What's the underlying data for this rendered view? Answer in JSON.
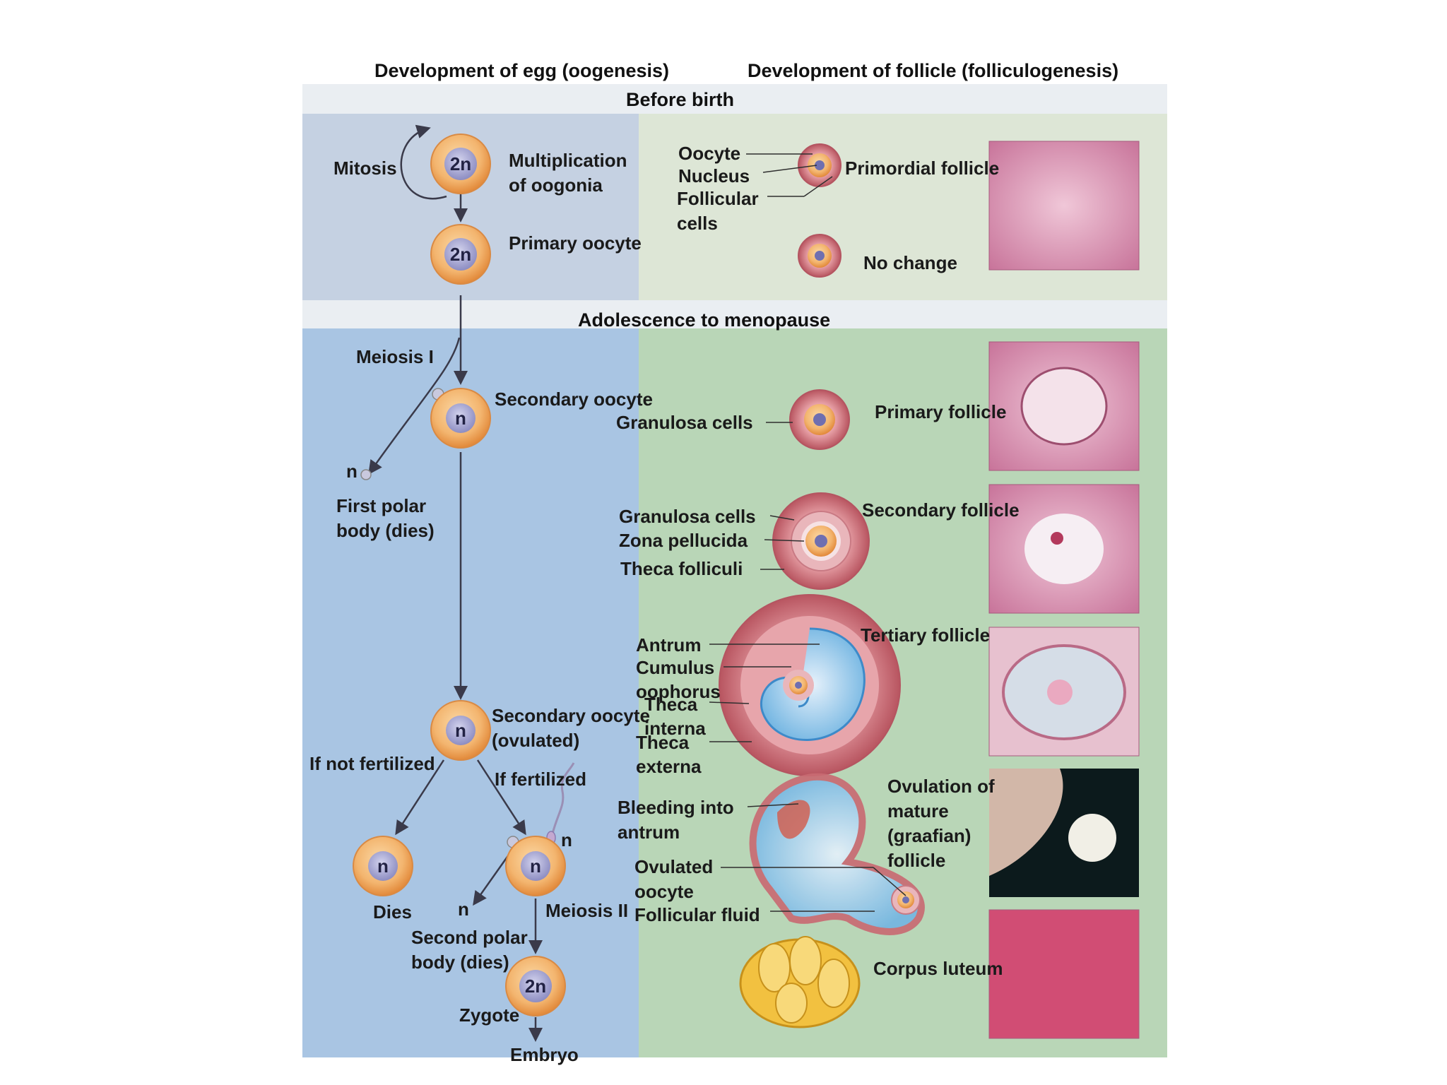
{
  "headers": {
    "egg": "Development of egg (oogenesis)",
    "follicle": "Development of follicle (folliculogenesis)",
    "before_birth": "Before birth",
    "adolescence": "Adolescence to menopause"
  },
  "colors": {
    "band": "#eaeef2",
    "left_top": "#c5d1e2",
    "right_top": "#dde6d6",
    "left_bottom": "#a9c5e3",
    "right_bottom": "#b9d6b7",
    "cell_outer": "#ec9f4f",
    "cell_inner": "#f7c585",
    "nucleus": "#a9a9d4",
    "follicle": "#cc6b73",
    "histology": "#d98aaa"
  },
  "oogenesis": {
    "mitosis": "Mitosis",
    "multiplication_line1": "Multiplication",
    "multiplication_line2": "of oogonia",
    "primary_oocyte": "Primary oocyte",
    "meiosis_i": "Meiosis I",
    "secondary_oocyte": "Secondary oocyte",
    "first_polar_line1": "First polar",
    "first_polar_line2": "body (dies)",
    "ovulated_line1": "Secondary oocyte",
    "ovulated_line2": "(ovulated)",
    "not_fertilized": "If not fertilized",
    "fertilized": "If fertilized",
    "dies": "Dies",
    "meiosis_ii": "Meiosis II",
    "second_polar_line1": "Second polar",
    "second_polar_line2": "body (dies)",
    "zygote": "Zygote",
    "embryo": "Embryo",
    "ploidy_2n": "2n",
    "ploidy_n": "n"
  },
  "folliculogenesis": {
    "oocyte": "Oocyte",
    "nucleus": "Nucleus",
    "follicular_line1": "Follicular",
    "follicular_line2": "cells",
    "primordial": "Primordial follicle",
    "no_change": "No change",
    "granulosa_cells": "Granulosa cells",
    "primary_follicle": "Primary follicle",
    "secondary_follicle": "Secondary follicle",
    "zona_pellucida": "Zona pellucida",
    "theca_folliculi": "Theca folliculi",
    "tertiary_follicle": "Tertiary follicle",
    "antrum": "Antrum",
    "cumulus_line1": "Cumulus",
    "cumulus_line2": "oophorus",
    "theca_interna_line1": "Theca",
    "theca_interna_line2": "interna",
    "theca_externa_line1": "Theca",
    "theca_externa_line2": "externa",
    "bleeding_line1": "Bleeding into",
    "bleeding_line2": "antrum",
    "ovulated_oocyte_line1": "Ovulated",
    "ovulated_oocyte_line2": "oocyte",
    "follicular_fluid": "Follicular fluid",
    "ovulation_line1": "Ovulation of",
    "ovulation_line2": "mature",
    "ovulation_line3": "(graafian)",
    "ovulation_line4": "follicle",
    "corpus_luteum": "Corpus luteum"
  }
}
